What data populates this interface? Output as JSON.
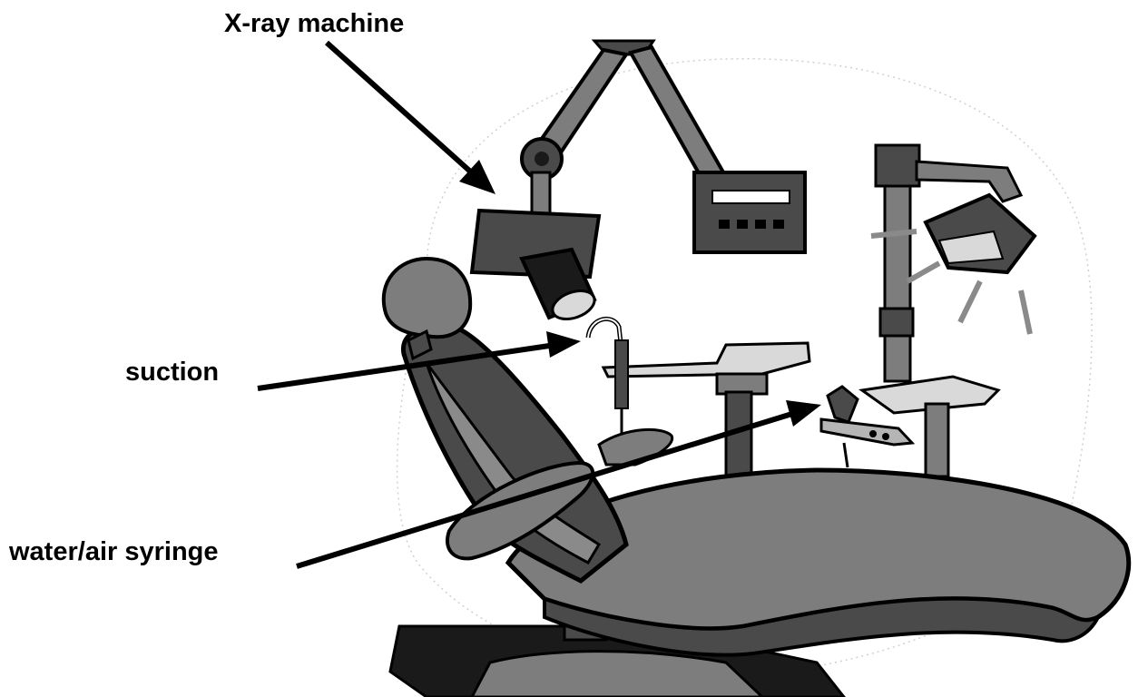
{
  "labels": {
    "xray": "X-ray machine",
    "suction": "suction",
    "syringe": "water/air syringe"
  },
  "colors": {
    "outline": "#000000",
    "dark_gray": "#4a4a4a",
    "mid_gray": "#7d7d7d",
    "light_gray": "#b5b5b5",
    "pale_gray": "#d9d9d9",
    "white": "#ffffff"
  }
}
